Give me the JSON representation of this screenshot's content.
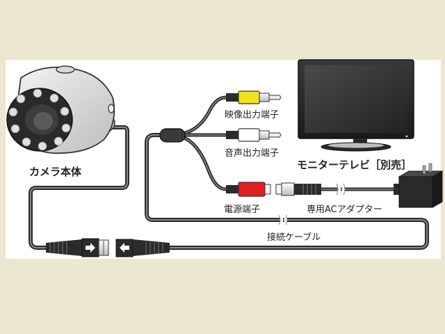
{
  "background_color": "#ece7d0",
  "panel_color": "#ffffff",
  "labels": {
    "camera": "カメラ本体",
    "video_terminal": "映像出力端子",
    "audio_terminal": "音声出力端子",
    "power_terminal": "電源端子",
    "monitor": "モニターテレビ［別売］",
    "ac_adapter": "専用ACアダプター",
    "cable": "接続ケーブル"
  },
  "plug_colors": {
    "video": "#f2e21a",
    "audio": "#ffffff",
    "power": "#e02020"
  },
  "icons": {
    "connector_arrow_left": "right-arrow-icon",
    "connector_arrow_right": "left-arrow-icon"
  }
}
